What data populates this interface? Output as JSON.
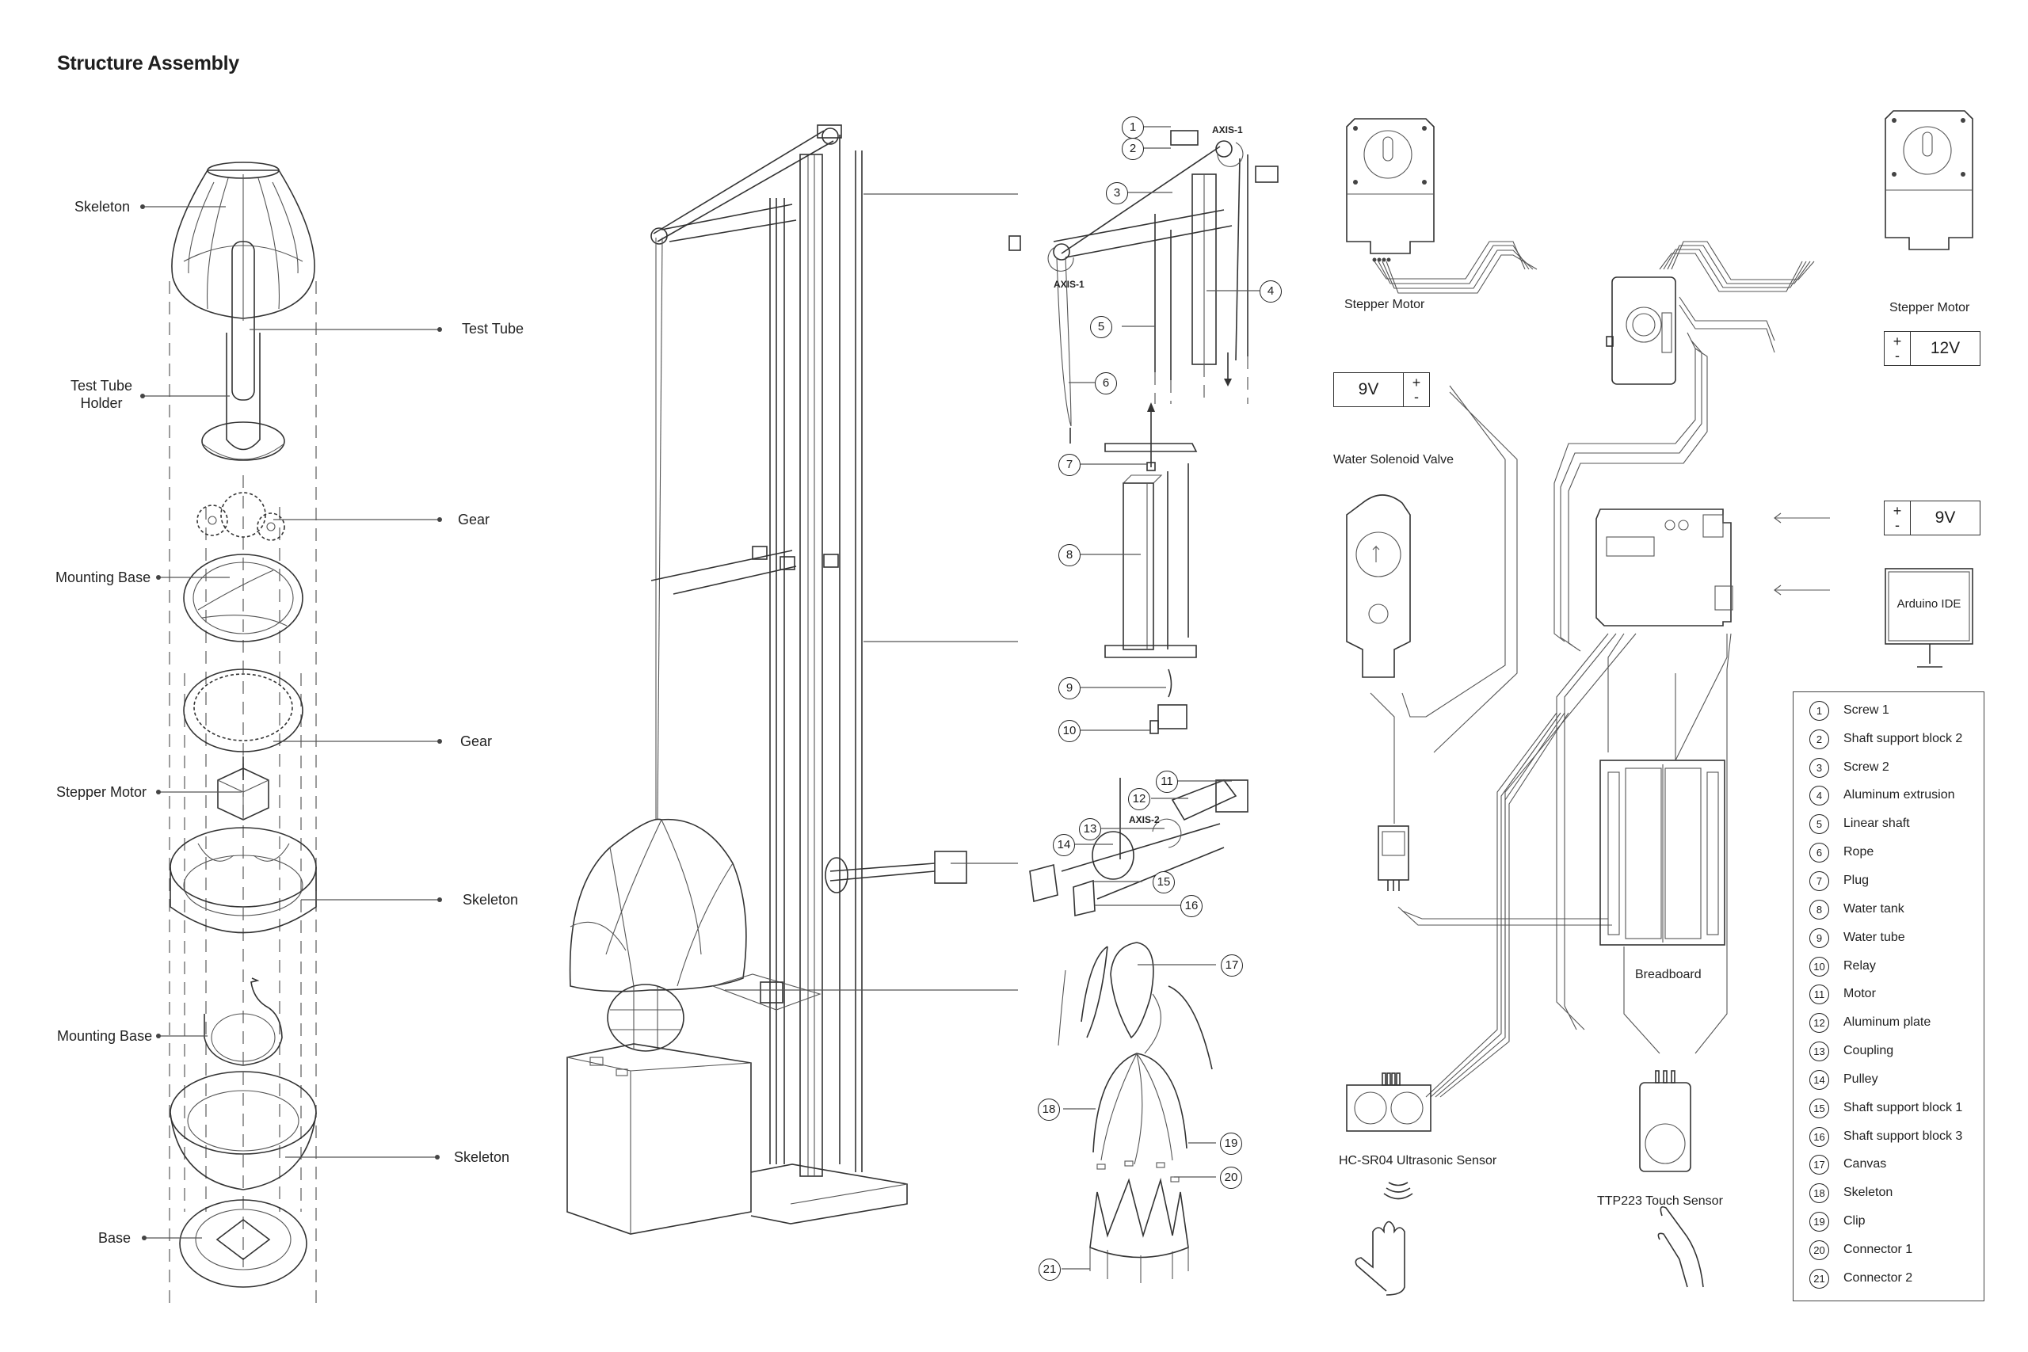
{
  "title": "Structure Assembly",
  "exploded_lamp": {
    "labels": [
      {
        "id": "skeleton-top",
        "text": "Skeleton"
      },
      {
        "id": "test-tube",
        "text": "Test Tube"
      },
      {
        "id": "test-tube-holder",
        "text": "Test Tube\nHolder"
      },
      {
        "id": "gear-small",
        "text": "Gear"
      },
      {
        "id": "mounting-base-1",
        "text": "Mounting Base"
      },
      {
        "id": "gear-ring",
        "text": "Gear"
      },
      {
        "id": "stepper-motor",
        "text": "Stepper Motor"
      },
      {
        "id": "skeleton-mid",
        "text": "Skeleton"
      },
      {
        "id": "mounting-base-2",
        "text": "Mounting Base"
      },
      {
        "id": "skeleton-bottom",
        "text": "Skeleton"
      },
      {
        "id": "base",
        "text": "Base"
      }
    ]
  },
  "mechanism": {
    "axis_labels": [
      "AXIS-1",
      "AXIS-1",
      "AXIS-2"
    ],
    "callouts": [
      "1",
      "2",
      "3",
      "4",
      "5",
      "6",
      "7",
      "8",
      "9",
      "10",
      "11",
      "12",
      "13",
      "14",
      "15",
      "16",
      "17",
      "18",
      "19",
      "20",
      "21"
    ]
  },
  "circuit": {
    "stepper_motor_left": "Stepper Motor",
    "stepper_motor_right": "Stepper Motor",
    "power_12v": {
      "value": "12V",
      "plus": "+",
      "minus": "-"
    },
    "power_9v_left": {
      "value": "9V",
      "plus": "+",
      "minus": "-"
    },
    "power_9v_right": {
      "value": "9V",
      "plus": "+",
      "minus": "-"
    },
    "water_solenoid_valve": "Water Solenoid Valve",
    "arduino_ide": "Arduino IDE",
    "breadboard": "Breadboard",
    "ultrasonic_sensor": "HC-SR04 Ultrasonic Sensor",
    "touch_sensor": "TTP223 Touch Sensor"
  },
  "legend": {
    "items": [
      {
        "num": "1",
        "label": "Screw 1"
      },
      {
        "num": "2",
        "label": "Shaft support block 2"
      },
      {
        "num": "3",
        "label": "Screw 2"
      },
      {
        "num": "4",
        "label": "Aluminum extrusion"
      },
      {
        "num": "5",
        "label": "Linear shaft"
      },
      {
        "num": "6",
        "label": "Rope"
      },
      {
        "num": "7",
        "label": "Plug"
      },
      {
        "num": "8",
        "label": "Water tank"
      },
      {
        "num": "9",
        "label": "Water tube"
      },
      {
        "num": "10",
        "label": "Relay"
      },
      {
        "num": "11",
        "label": "Motor"
      },
      {
        "num": "12",
        "label": "Aluminum plate"
      },
      {
        "num": "13",
        "label": "Coupling"
      },
      {
        "num": "14",
        "label": "Pulley"
      },
      {
        "num": "15",
        "label": "Shaft support block 1"
      },
      {
        "num": "16",
        "label": "Shaft support block 3"
      },
      {
        "num": "17",
        "label": "Canvas"
      },
      {
        "num": "18",
        "label": "Skeleton"
      },
      {
        "num": "19",
        "label": "Clip"
      },
      {
        "num": "20",
        "label": "Connector 1"
      },
      {
        "num": "21",
        "label": "Connector 2"
      }
    ]
  }
}
